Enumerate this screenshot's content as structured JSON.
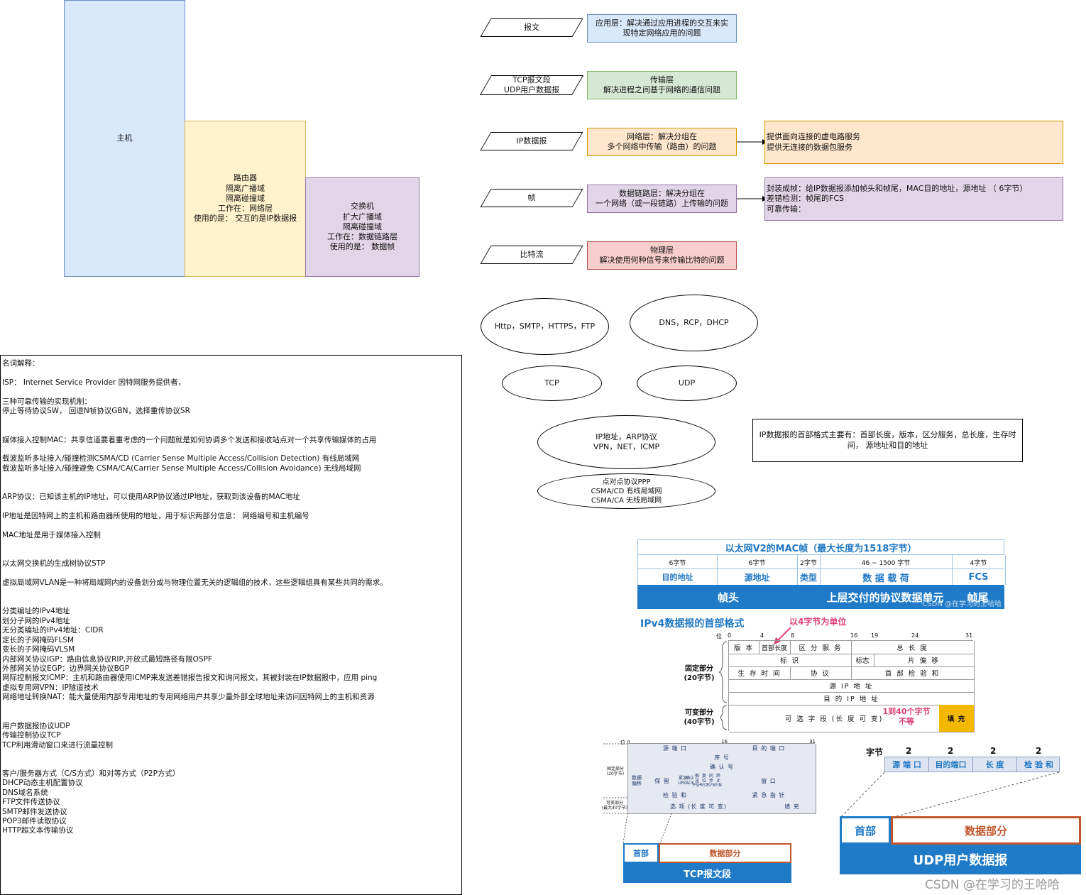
{
  "left_boxes": {
    "host": "主机",
    "router": "路由器\n隔离广播域\n隔离碰撞域\n工作在：网络层\n使用的是： 交互的是IP数据报",
    "switch": "交换机\n扩大广播域\n隔离碰撞域\n工作在：数据链路层\n使用的是： 数据帧"
  },
  "layers": [
    {
      "pdu": "报文",
      "desc": "应用层：解决通过应用进程的交互来实\n现特定网络应用的问题",
      "color": "#dae8fc",
      "border": "#6c8ebf"
    },
    {
      "pdu": "TCP报文段\nUDP用户数据报",
      "desc": "传输层\n解决进程之间基于网络的通信问题",
      "color": "#d5e8d4",
      "border": "#82b366"
    },
    {
      "pdu": "IP数据报",
      "desc": "网络层：解决分组在\n多个网络中传输（路由）的问题",
      "color": "#ffe6cc",
      "border": "#d79b00"
    },
    {
      "pdu": "帧",
      "desc": "数据链路层：解决分组在\n一个网络（或一段链路）上传输的问题",
      "color": "#e1d5e7",
      "border": "#9673a6"
    },
    {
      "pdu": "比特流",
      "desc": "物理层\n解决使用何种信号来传输比特的问题",
      "color": "#f8cecc",
      "border": "#b85450"
    }
  ],
  "notes": {
    "network": "提供面向连接的虚电路服务\n提供无连接的数据包服务",
    "datalink": "封装成帧：给IP数据报添加帧头和帧尾，MAC目的地址，源地址 （ 6字节）\n差错检测：帧尾的FCS\n可靠传输："
  },
  "ellipses": {
    "app1": "Http，SMTP，HTTPS，FTP",
    "app2": "DNS，RCP，DHCP",
    "tcp": "TCP",
    "udp": "UDP",
    "ip": "IP地址，ARP协议\nVPN，NET，ICMP",
    "ppp": "点对点协议PPP\nCSMA/CD 有线局域网\nCSMA/CA 无线局域网"
  },
  "ip_header_note": "IP数据报的首部格式主要有：首部长度，版本，区分服务，总长度，生存时间， 源地址和目的地址",
  "glossary": "名词解释：\n\nISP： Internet Service Provider 因特网服务提供者，\n\n三种可靠传输的实现机制：\n停止等待协议SW， 回退N帧协议GBN，选择重传协议SR\n\n\n媒体接入控制MAC：共享信道要着重考虑的一个问题就是如何协调多个发送和接收站点对一个共享传输媒体的占用\n\n载波监听多址接入/碰撞检测CSMA/CD (Carrier Sense Multiple Access/Collision Detection) 有线局域网\n载波监听多址接入/碰撞避免 CSMA/CA(Carrier Sense Multiple Access/Collision Avoidance) 无线局域网\n\n\nARP协议：已知该主机的IP地址，可以使用ARP协议通过IP地址，获取到该设备的MAC地址\n\nIP地址是因特网上的主机和路由器所使用的地址，用于标识两部分信息： 网络编号和主机编号\n\nMAC地址是用于媒体接入控制\n\n\n以太网交换机的生成树协议STP\n\n虚拟局域网VLAN是一种将局域网内的设备划分成与物理位置无关的逻辑组的技术，这些逻辑组具有某些共同的需求。\n\n\n分类编址的IPv4地址\n划分子网的IPv4地址\n无分类编址的IPv4地址：CIDR\n定长的子网掩码FLSM\n变长的子网掩码VLSM\n内部网关协议IGP：路由信息协议RIP,开放式最短路径有限OSPF\n外部网关协议EGP：边界网关协议BGP\n网际控制报文ICMP：主机和路由器使用ICMP来发送差错报告报文和询问报文，其被封装在IP数据报中，应用 ping\n虚拟专用网VPN：IP隧道技术\n网络地址转换NAT：能大量使用内部专用地址的专用网络用户共享少量外部全球地址来访问因特网上的主机和资源\n\n\n用户数据报协议UDP\n传输控制协议TCP\nTCP利用滑动窗口来进行流量控制\n\n\n客户/服务器方式（C/S方式）和对等方式（P2P方式）\nDHCP动态主机配置协议\nDNS域名系统\nFTP文件传送协议\nSMTP邮件发送协议\nPOP3邮件读取协议\nHTTP超文本传输协议",
  "mac_frame": {
    "title": "以太网V2的MAC帧（最大长度为1518字节）",
    "sizes": [
      "6字节",
      "6字节",
      "2字节",
      "46 ~ 1500 字节",
      "4字节"
    ],
    "fields": [
      "目的地址",
      "源地址",
      "类型",
      "数 据 载 荷",
      "FCS"
    ],
    "bottom": [
      "帧头",
      "上层交付的协议数据单元",
      "帧尾"
    ],
    "watermark": "CSDN @在学习的王哈哈"
  },
  "ipv4": {
    "title": "IPv4数据报的首部格式",
    "unit_note": "以4字节为单位",
    "bit_label": "位",
    "bits": [
      "0",
      "4",
      "8",
      "16",
      "19",
      "24",
      "31"
    ],
    "rows": {
      "r1": [
        "版 本",
        "首部长度",
        "区 分 服 务",
        "总 长 度"
      ],
      "r2": [
        "标 识",
        "标志",
        "片 偏 移"
      ],
      "r3": [
        "生 存 时 间",
        "协 议",
        "首 部 检 验 和"
      ],
      "r4": "源 IP 地 址",
      "r5": "目 的 IP 地 址",
      "r6": "可 选 字 段 (长 度 可 变)",
      "pad": "填 充"
    },
    "fixed": "固定部分\n(20字节)",
    "variable": "可变部分\n(40字节)",
    "var_note": "1到40个字节\n不等"
  },
  "tcp": {
    "bits": [
      "位 0",
      "16",
      "31"
    ],
    "rows": {
      "r1": [
        "源 端 口",
        "目 的 端 口"
      ],
      "r2": "序 号",
      "r3": "确 认 号",
      "r4": [
        "数据\n偏移",
        "保 留",
        "紧急\nURG",
        "确认\nACK",
        "推送\nPSH",
        "复位\nRST",
        "同步\nSYN",
        "终止\nFIN",
        "窗 口"
      ],
      "r5": [
        "检 验 和",
        "紧 急 指 针"
      ],
      "r6": [
        "选 项 (长 度 可 变)",
        "填 充"
      ]
    },
    "fixed": "固定部分\n(20字节)",
    "variable": "可变部分\n(最大40字节)",
    "head": "首部",
    "data": "数据部分",
    "title": "TCP报文段"
  },
  "udp": {
    "byte_label": "字节",
    "sizes": [
      "2",
      "2",
      "2",
      "2"
    ],
    "fields": [
      "源 端 口",
      "目的端口",
      "长 度",
      "检 验 和"
    ],
    "head": "首部",
    "data": "数据部分",
    "title": "UDP用户数据报"
  },
  "footer_watermark": "CSDN @在学习的王哈哈"
}
